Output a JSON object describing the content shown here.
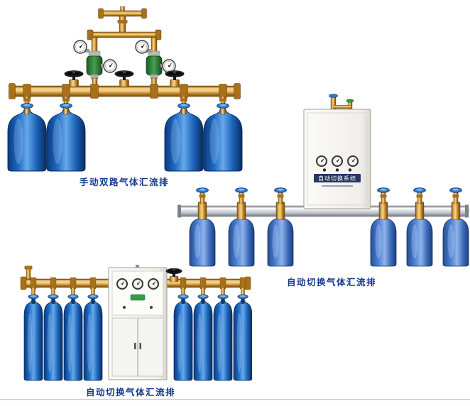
{
  "page": {
    "background_color": "#ffffff",
    "caption_color": "#14398c",
    "bottom_rule_color": "#cccccc"
  },
  "colors": {
    "brass_pipe": "#c98e2f",
    "cylinder_blue": "#1e6cc6",
    "bottle_blue": "#4a7ed6",
    "rail_silver": "#c2c6cc",
    "cabinet_white": "#f3f2ee",
    "regulator_green": "#46a050",
    "valve_black": "#161616",
    "handle_blue": "#2d7bd0"
  },
  "products": [
    {
      "name": "manual-dual-row-gas-manifold",
      "caption": "手动双路气体汇流排",
      "visible_parts": {
        "gas_cylinders": 4,
        "pressure_regulators": 2,
        "pressure_gauges": 4,
        "black_valve_handwheels": 3,
        "blue_cylinder_valve_handles": 4
      }
    },
    {
      "name": "auto-switching-gas-manifold-wall-cabinet",
      "caption": "自动切换气体汇流排",
      "cabinet_label": "自动切换系统",
      "visible_parts": {
        "gas_bottles": 6,
        "cabinet_gauges": 3,
        "indicator_knobs": 3
      }
    },
    {
      "name": "auto-switching-gas-manifold-floor-cabinet",
      "caption": "自动切换气体汇流排",
      "visible_parts": {
        "gas_cylinders": 8,
        "cabinet_gauges": 3,
        "black_valve_handwheels": 1,
        "cabinet_doors": 2
      }
    }
  ]
}
